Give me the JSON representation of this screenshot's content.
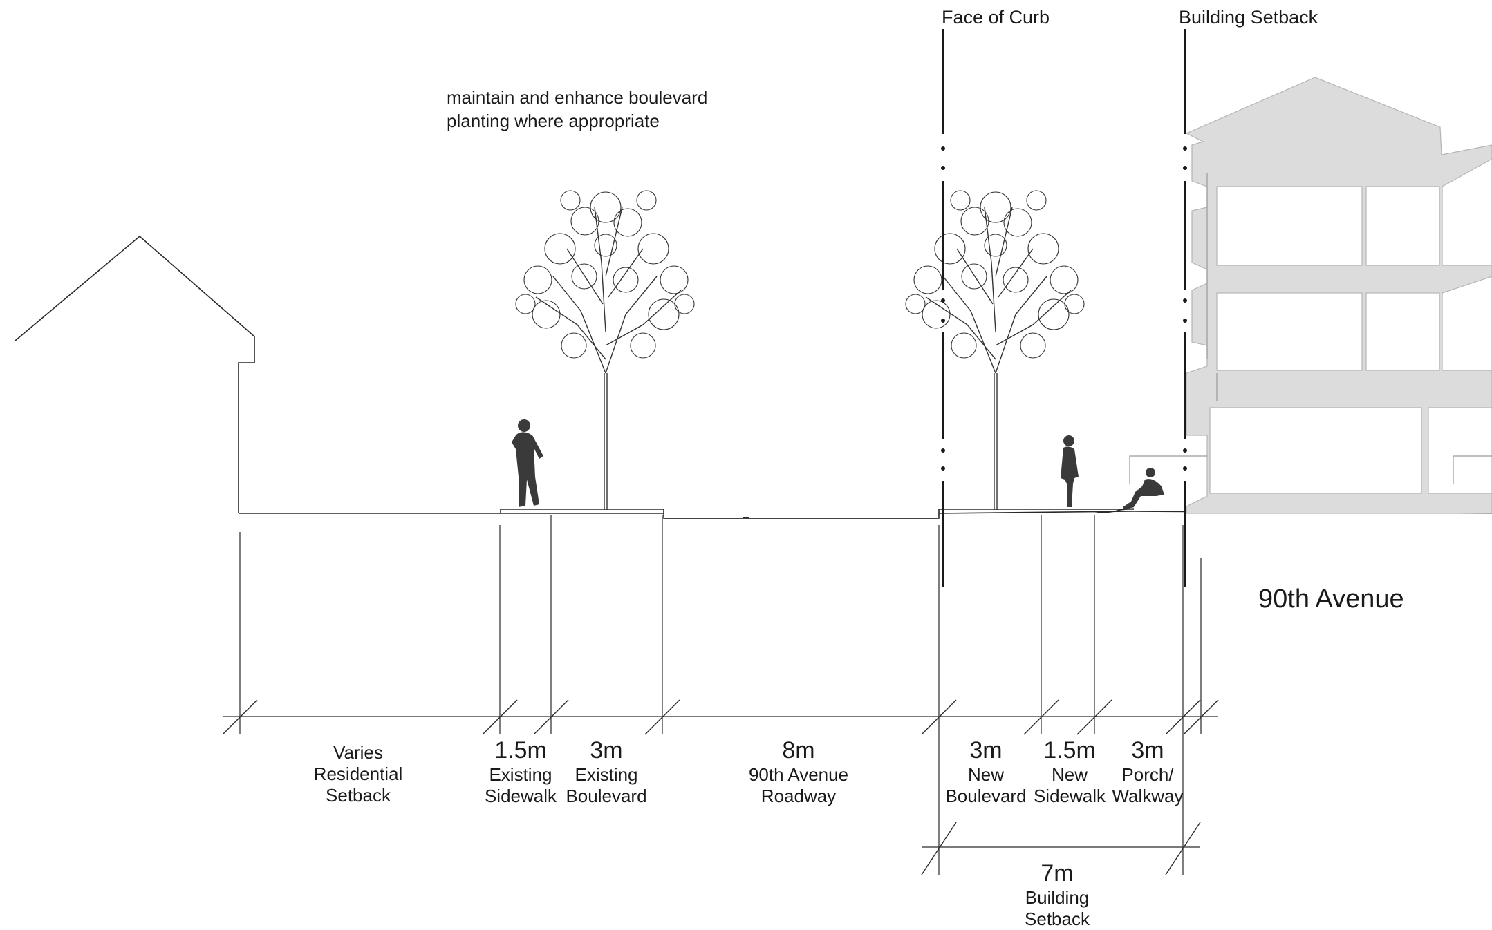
{
  "labels": {
    "face_of_curb": "Face of Curb",
    "building_setback": "Building Setback",
    "note_line1": "maintain and enhance boulevard",
    "note_line2": "planting where appropriate",
    "street_name": "90th Avenue"
  },
  "dimensions": [
    {
      "id": "residential-setback",
      "value": "",
      "line1": "Varies",
      "line2": "Residential",
      "line3": "Setback"
    },
    {
      "id": "existing-sidewalk",
      "value": "1.5m",
      "line1": "Existing",
      "line2": "Sidewalk",
      "line3": ""
    },
    {
      "id": "existing-boulevard",
      "value": "3m",
      "line1": "Existing",
      "line2": "Boulevard",
      "line3": ""
    },
    {
      "id": "roadway",
      "value": "8m",
      "line1": "90th Avenue",
      "line2": "Roadway",
      "line3": ""
    },
    {
      "id": "new-boulevard",
      "value": "3m",
      "line1": "New",
      "line2": "Boulevard",
      "line3": ""
    },
    {
      "id": "new-sidewalk",
      "value": "1.5m",
      "line1": "New",
      "line2": "Sidewalk",
      "line3": ""
    },
    {
      "id": "porch-walkway",
      "value": "3m",
      "line1": "Porch/",
      "line2": "Walkway",
      "line3": ""
    },
    {
      "id": "building-setback-total",
      "value": "7m",
      "line1": "Building",
      "line2": "Setback",
      "line3": ""
    }
  ],
  "colors": {
    "line": "#2a2a2a",
    "building_fill": "#dcdcdc",
    "silhouette": "#3a3a3a",
    "tree": "#333333"
  }
}
